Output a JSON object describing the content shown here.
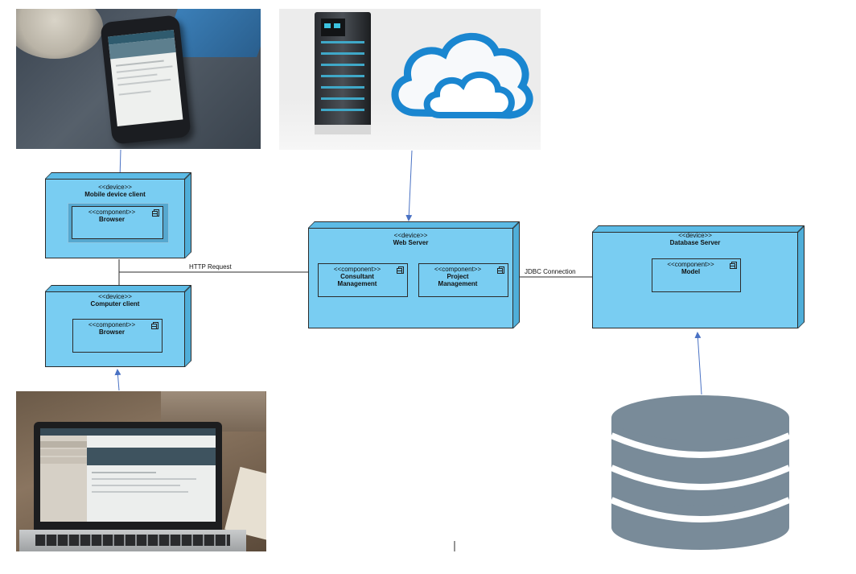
{
  "nodes": {
    "mobile": {
      "stereotype": "<<device>>",
      "name": "Mobile device client",
      "component": {
        "stereotype": "<<component>>",
        "name": "Browser"
      }
    },
    "computer": {
      "stereotype": "<<device>>",
      "name": "Computer client",
      "component": {
        "stereotype": "<<component>>",
        "name": "Browser"
      }
    },
    "web": {
      "stereotype": "<<device>>",
      "name": "Web Server",
      "components": [
        {
          "stereotype": "<<component>>",
          "name": "Consultant Management"
        },
        {
          "stereotype": "<<component>>",
          "name": "Project Management"
        }
      ]
    },
    "db": {
      "stereotype": "<<device>>",
      "name": "Database Server",
      "component": {
        "stereotype": "<<component>>",
        "name": "Model"
      }
    }
  },
  "connections": {
    "http": "HTTP Request",
    "jdbc": "JDBC Connection"
  },
  "colors": {
    "node_fill": "#79cdf2",
    "arrow": "#4a72c4",
    "db_icon": "#798b99"
  },
  "icons": [
    "phone-photo",
    "server-cloud-photo",
    "laptop-photo",
    "database-icon",
    "component-icon"
  ]
}
